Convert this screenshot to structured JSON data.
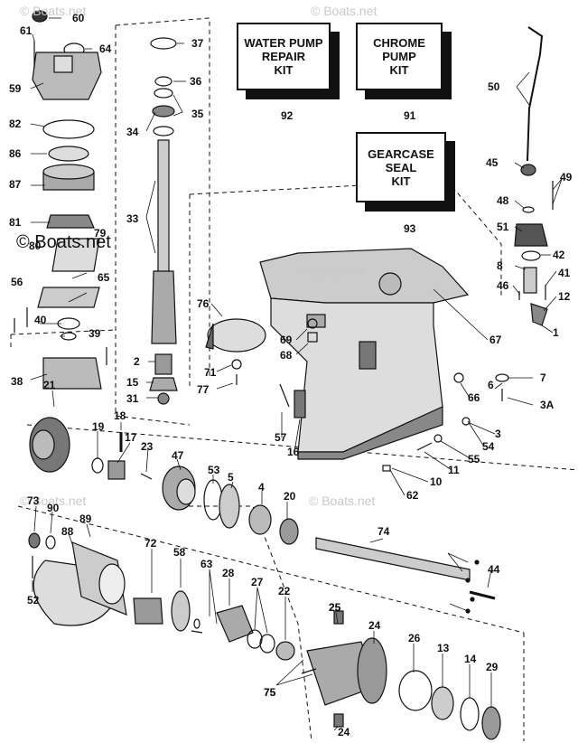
{
  "watermark": "© Boats.net",
  "kits": [
    {
      "label": "WATER PUMP\nREPAIR\nKIT",
      "number": "92"
    },
    {
      "label": "CHROME\nPUMP\nKIT",
      "number": "91"
    },
    {
      "label": "GEARCASE\nSEAL\nKIT",
      "number": "93"
    }
  ],
  "callouts": [
    "60",
    "61",
    "64",
    "59",
    "82",
    "86",
    "87",
    "81",
    "79",
    "80",
    "65",
    "56",
    "40",
    "39",
    "38",
    "37",
    "36",
    "34",
    "35",
    "33",
    "2",
    "15",
    "31",
    "76",
    "71",
    "77",
    "69",
    "68",
    "21",
    "19",
    "18",
    "17",
    "23",
    "47",
    "53",
    "5",
    "4",
    "20",
    "74",
    "73",
    "90",
    "88",
    "89",
    "72",
    "58",
    "63",
    "28",
    "27",
    "22",
    "25",
    "24",
    "26",
    "13",
    "14",
    "29",
    "75",
    "52",
    "50",
    "45",
    "49",
    "48",
    "51",
    "42",
    "8",
    "41",
    "46",
    "12",
    "1",
    "67",
    "7",
    "6",
    "66",
    "3A",
    "3",
    "54",
    "55",
    "11",
    "10",
    "62",
    "57",
    "16",
    "44"
  ]
}
